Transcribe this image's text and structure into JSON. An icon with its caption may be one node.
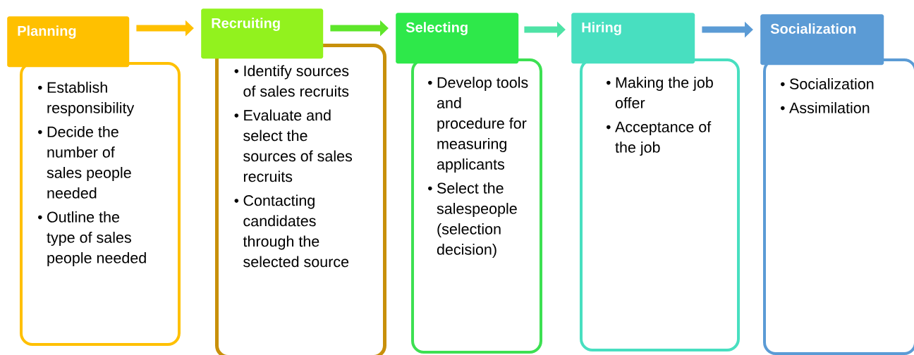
{
  "diagram": {
    "nodes": [
      {
        "text": [
          "Planning"
        ]
      },
      {
        "text": [
          "Establish responsibility",
          "Decide the number of sales people needed",
          "Outline the type of sales people needed"
        ]
      },
      {
        "text": [
          "Recruiting"
        ]
      },
      {
        "text": [
          "Identify sources of sales recruits",
          "Evaluate and select the sources of sales recruits",
          "Contacting candidates through the selected source"
        ]
      },
      {
        "text": [
          "Selecting"
        ]
      },
      {
        "text": [
          "Develop tools and procedure for measuring applicants",
          "Select the salespeople (selection decision)"
        ]
      },
      {
        "text": [
          "Hiring"
        ]
      },
      {
        "text": [
          "Making the job offer",
          "Acceptance of the job"
        ]
      },
      {
        "text": [
          "Socialization"
        ]
      },
      {
        "text": [
          "Socialization",
          "Assimilation"
        ]
      }
    ],
    "edges": [
      {
        "from": 0,
        "to": 2,
        "arrow": "to",
        "color": "#ffc000"
      },
      {
        "from": 2,
        "to": 4,
        "arrow": "to",
        "color": "#5ee62a"
      },
      {
        "from": 4,
        "to": 6,
        "arrow": "to",
        "color": "#4ee3a6"
      },
      {
        "from": 6,
        "to": 8,
        "arrow": "to",
        "color": "#5b9bd5"
      }
    ]
  }
}
